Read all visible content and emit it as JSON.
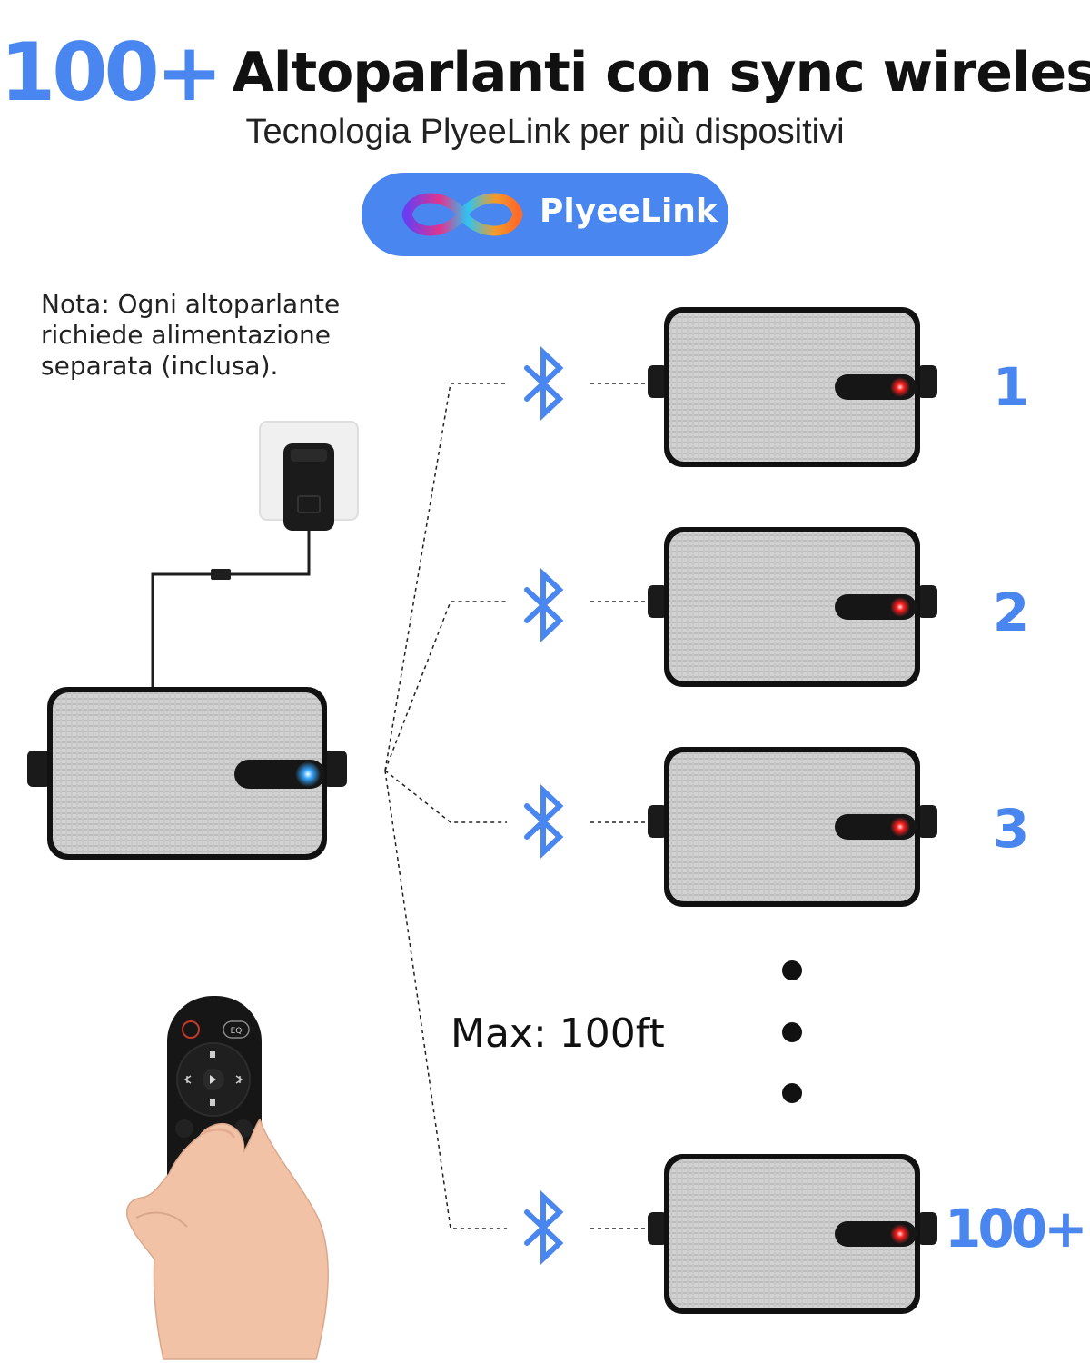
{
  "header": {
    "count": "100+",
    "title": "Altoparlanti con sync wireless",
    "subtitle": "Tecnologia PlyeeLink per più dispositivi"
  },
  "badge": {
    "label": "PlyeeLink"
  },
  "note": {
    "lines": [
      "Nota: Ogni altoparlante",
      "richiede alimentazione",
      "separata (inclusa)."
    ]
  },
  "range": {
    "label": "Max: 100ft"
  },
  "speakers": [
    {
      "label": "1"
    },
    {
      "label": "2"
    },
    {
      "label": "3"
    },
    {
      "label": "100+"
    }
  ],
  "colors": {
    "accent": "#4a86ef",
    "bluetooth": "#4a86ef",
    "led_master": "#3aa0ff",
    "led_slave": "#ff2222",
    "speaker_frame": "#111111",
    "speaker_grille": "#cfcfcf"
  },
  "icons": [
    "infinity-logo-icon",
    "bluetooth-icon",
    "speaker",
    "power-adapter",
    "remote-control",
    "hand"
  ]
}
